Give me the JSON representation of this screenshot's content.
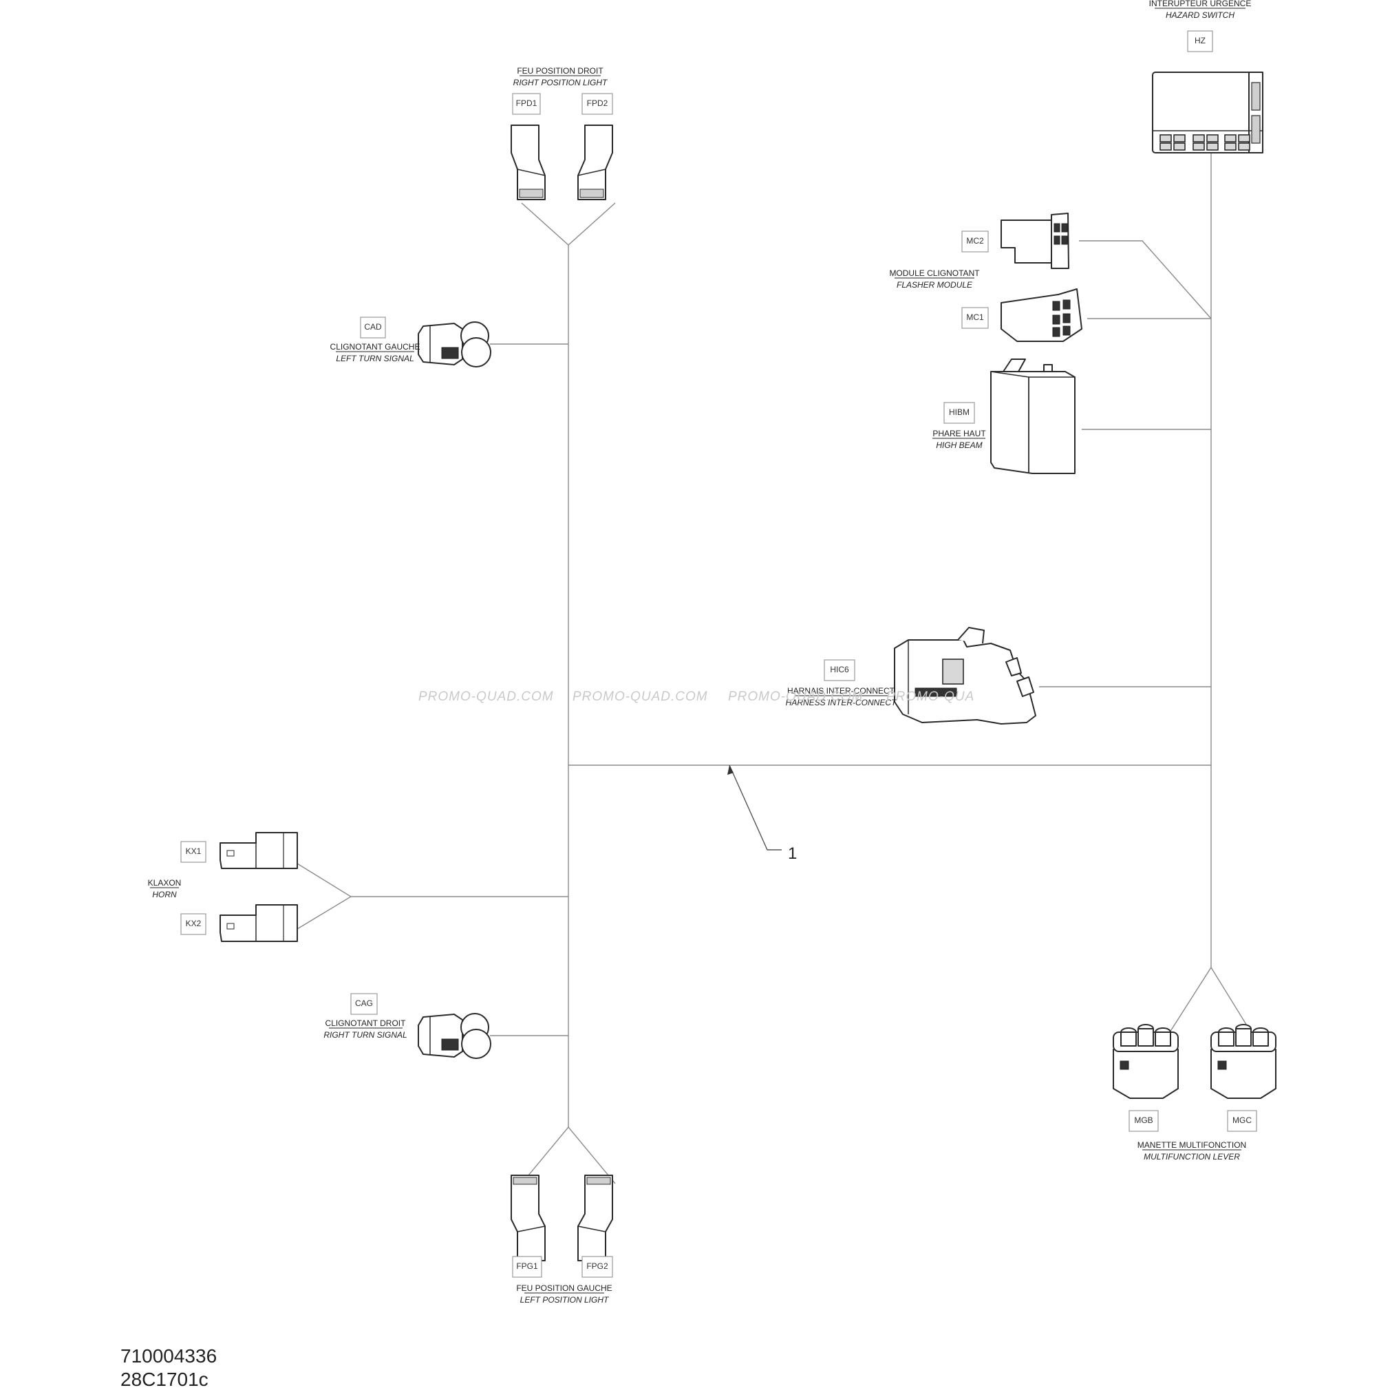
{
  "tags": {
    "hz": "HZ",
    "fpd1": "FPD1",
    "fpd2": "FPD2",
    "cad": "CAD",
    "mc2": "MC2",
    "mc1": "MC1",
    "hibm": "HIBM",
    "hic6": "HIC6",
    "kx1": "KX1",
    "kx2": "KX2",
    "cag": "CAG",
    "fpg1": "FPG1",
    "fpg2": "FPG2",
    "mgb": "MGB",
    "mgc": "MGC"
  },
  "labels": {
    "hazard_fr": "INTERUPTEUR URGENCE",
    "hazard_en": "HAZARD SWITCH",
    "rpl_fr": "FEU POSITION DROIT",
    "rpl_en": "RIGHT POSITION LIGHT",
    "lts_fr": "CLIGNOTANT GAUCHE",
    "lts_en": "LEFT TURN SIGNAL",
    "flasher_fr": "MODULE CLIGNOTANT",
    "flasher_en": "FLASHER MODULE",
    "highbeam_fr": "PHARE HAUT",
    "highbeam_en": "HIGH BEAM",
    "harness_fr": "HARNAIS INTER-CONNECT",
    "harness_en": "HARNESS INTER-CONNECT",
    "horn_fr": "KLAXON",
    "horn_en": "HORN",
    "rts_fr": "CLIGNOTANT DROIT",
    "rts_en": "RIGHT TURN SIGNAL",
    "lpl_fr": "FEU POSITION GAUCHE",
    "lpl_en": "LEFT POSITION LIGHT",
    "mfl_fr": "MANETTE MULTIFONCTION",
    "mfl_en": "MULTIFUNCTION LEVER"
  },
  "callout": {
    "item": "1"
  },
  "watermark": [
    "PROMO-QUAD.COM",
    "PROMO-QUAD.COM",
    "PROMO-QUAD.COM",
    "PROMO-QUA"
  ],
  "document": {
    "part_number": "710004336",
    "drawing_code": "28C1701c"
  }
}
